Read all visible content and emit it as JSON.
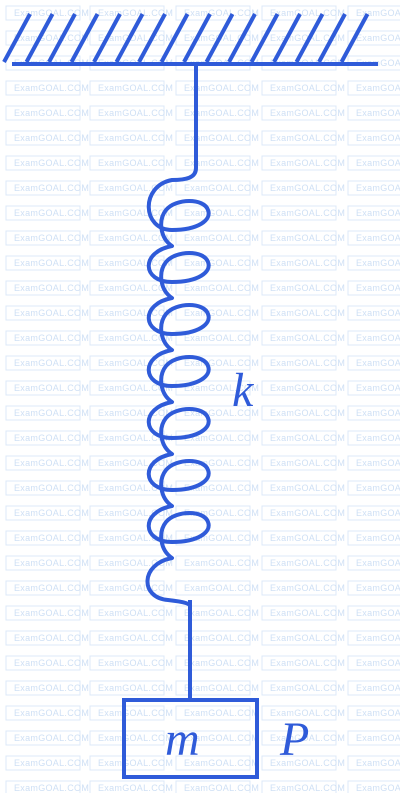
{
  "diagram": {
    "spring_label": "k",
    "mass_label": "m",
    "point_label": "P",
    "colors": {
      "line": "#2f5bd9",
      "watermark_text": "#cfe0f5",
      "background": "#ffffff"
    }
  },
  "watermark": {
    "text": "ExamGOAL.COM"
  }
}
